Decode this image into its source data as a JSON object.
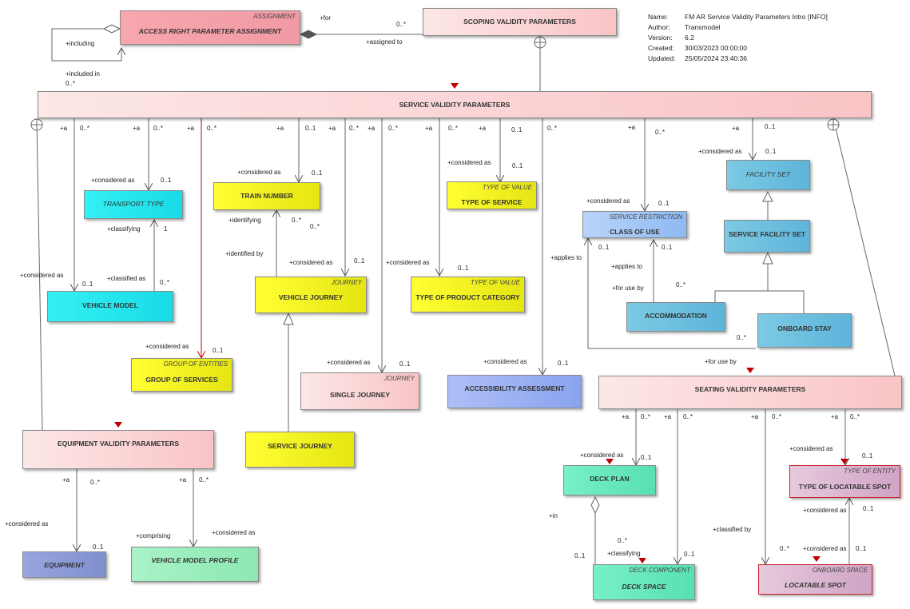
{
  "meta": {
    "name_label": "Name:",
    "name": "FM AR Service Validity Parameters Intro [INFO]",
    "author_label": "Author:",
    "author": "Transmodel",
    "version_label": "Version:",
    "version": "6.2",
    "created_label": "Created:",
    "created": "30/03/2023 00:00:00",
    "updated_label": "Updated:",
    "updated": "25/05/2024 23:40:36"
  },
  "boxes": {
    "assignment": {
      "stereotype": "ASSIGNMENT",
      "name": "ACCESS RIGHT PARAMETER ASSIGNMENT"
    },
    "scoping": {
      "name": "SCOPING VALIDITY PARAMETERS"
    },
    "service_validity": {
      "name": "SERVICE VALIDITY PARAMETERS"
    },
    "transport_type": {
      "name": "TRANSPORT TYPE"
    },
    "train_number": {
      "name": "TRAIN NUMBER"
    },
    "type_of_service": {
      "stereotype": "TYPE OF VALUE",
      "name": "TYPE OF SERVICE"
    },
    "class_of_use": {
      "stereotype": "SERVICE RESTRICTION",
      "name": "CLASS OF USE"
    },
    "facility_set": {
      "name": "FACILITY SET"
    },
    "service_facility_set": {
      "name": "SERVICE FACILITY SET"
    },
    "vehicle_model": {
      "name": "VEHICLE MODEL"
    },
    "vehicle_journey": {
      "stereotype": "JOURNEY",
      "name": "VEHICLE JOURNEY"
    },
    "product_category": {
      "stereotype": "TYPE OF VALUE",
      "name": "TYPE OF PRODUCT CATEGORY"
    },
    "accommodation": {
      "name": "ACCOMMODATION"
    },
    "onboard_stay": {
      "name": "ONBOARD STAY"
    },
    "group_of_services": {
      "stereotype": "GROUP OF ENTITIES",
      "name": "GROUP OF SERVICES"
    },
    "single_journey": {
      "stereotype": "JOURNEY",
      "name": "SINGLE JOURNEY"
    },
    "accessibility": {
      "name": "ACCESSIBILITY ASSESSMENT"
    },
    "seating_validity": {
      "name": "SEATING VALIDITY PARAMETERS"
    },
    "equipment_validity": {
      "name": "EQUIPMENT VALIDITY PARAMETERS"
    },
    "service_journey": {
      "name": "SERVICE JOURNEY"
    },
    "deck_plan": {
      "name": "DECK PLAN"
    },
    "locatable_spot_type": {
      "stereotype": "TYPE OF ENTITY",
      "name": "TYPE OF LOCATABLE SPOT"
    },
    "equipment": {
      "name": "EQUIPMENT"
    },
    "vehicle_model_profile": {
      "name": "VEHICLE MODEL PROFILE"
    },
    "deck_space": {
      "stereotype": "DECK COMPONENT",
      "name": "DECK SPACE"
    },
    "locatable_spot": {
      "stereotype": "ONBOARD SPACE",
      "name": "LOCATABLE SPOT"
    }
  },
  "labels": [
    "+for",
    "0..*",
    "+assigned to",
    "+including",
    "+included in",
    "0..*",
    "+a",
    "0..*",
    "+a",
    "0..*",
    "+a",
    "0..*",
    "+a",
    "0..1",
    "+a",
    "0..*",
    "+a",
    "0..*",
    "+a",
    "0..*",
    "+a",
    "0..1",
    "0..*",
    "+a",
    "0..*",
    "+a",
    "0..1",
    "+considered as",
    "0..1",
    "+considered as",
    "0..1",
    "+considered as",
    "0..1",
    "+considered as",
    "0..1",
    "+considered as",
    "0..1",
    "+classifying",
    "1",
    "+classified as",
    "0..*",
    "+considered as",
    "0..1",
    "+identifying",
    "0..*",
    "0..*",
    "+identified by",
    "+considered as",
    "0..1",
    "+considered as",
    "0..1",
    "+applies to",
    "0..1",
    "+applies to",
    "0..1",
    "+for use by",
    "0..*",
    "0..*",
    "+considered as",
    "0..1",
    "+considered as",
    "0..1",
    "+considered as",
    "0..1",
    "+for use by",
    "+a",
    "0..*",
    "+a",
    "0..*",
    "+a",
    "0..*",
    "+a",
    "0..*",
    "+a",
    "0..*",
    "+a",
    "0..*",
    "+considered as",
    "0..1",
    "+considered as",
    "0..1",
    "+considered as",
    "0..1",
    "+comprising",
    "+considered as",
    "+in",
    "0..*",
    "0..1",
    "+classifying",
    "0..1",
    "+considered as",
    "0..1",
    "+classified by",
    "0..*",
    "+considered as",
    "0..1"
  ]
}
